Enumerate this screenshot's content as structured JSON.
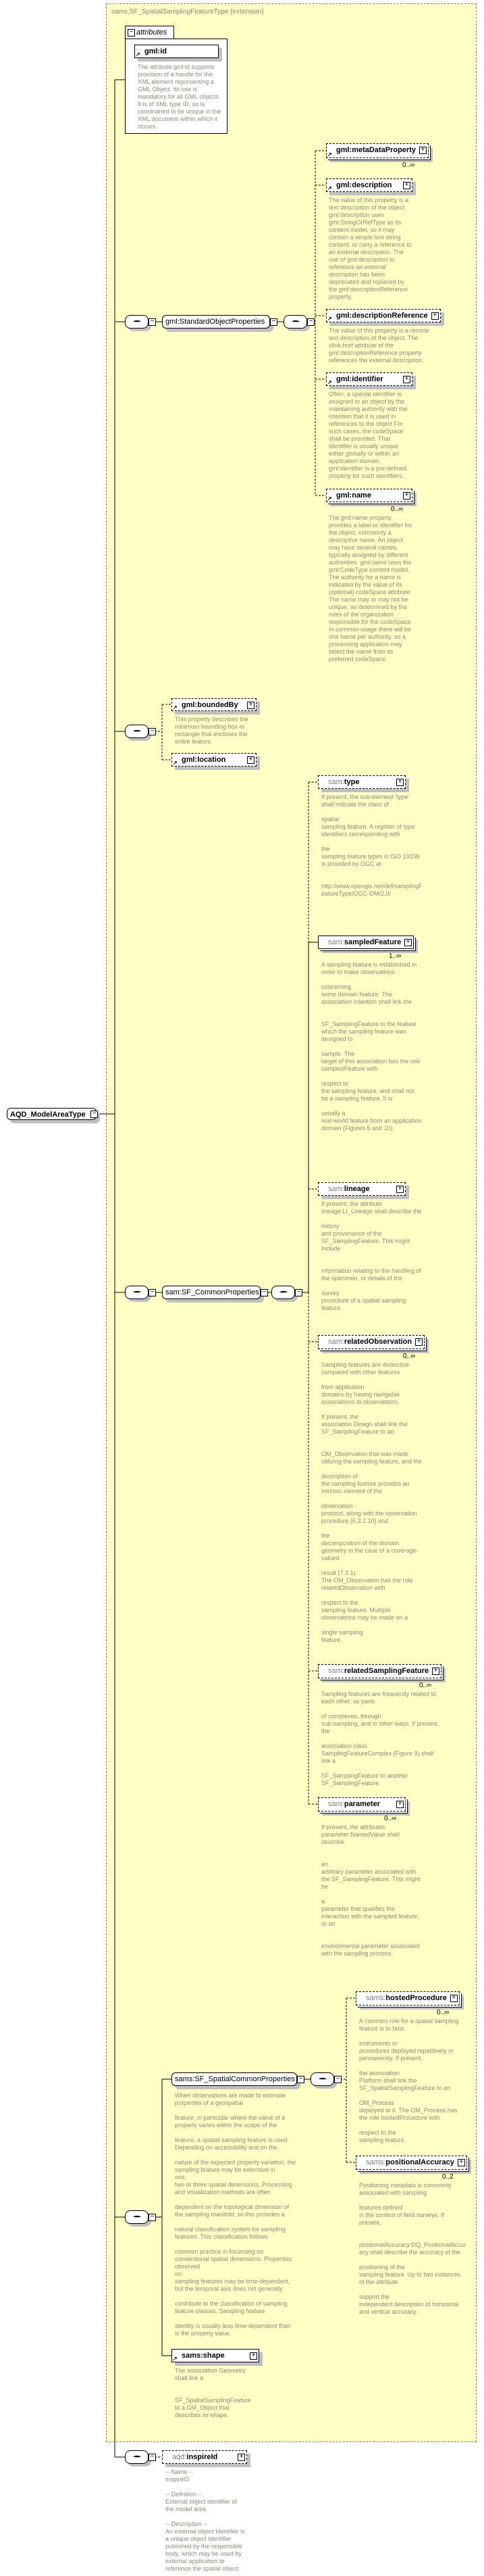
{
  "diagram": {
    "title": "sams:SF_SpatialSamplingFeatureType (extension)",
    "root": "AQD_ModelAreaType",
    "attributes_label": "attributes",
    "compositor_symbol": "-▪▪▪-",
    "expand_symbol": "+",
    "collapse_symbol": "−",
    "ref_symbol": "↗",
    "attributes": [
      {
        "name": "gml:id",
        "desc": "The attribute gml:id supports provision of a handle for the XML element representing a GML Object. Its use is mandatory for all GML objects. It is of XML type ID, so is constrained to be unique in the XML document within which it occurs."
      }
    ],
    "groups": [
      {
        "name": "gml:StandardObjectProperties"
      },
      {
        "name": "sam:SF_CommonProperties"
      },
      {
        "name": "sams:SF_SpatialCommonProperties",
        "desc": " When observations are made to estimate properties of a geospatial\n\nfeature, in particular where the value of a property varies within the scope of the\n\nfeature, a spatial sampling feature is used. Depending on accessibility and on the\n\nnature of the expected property variation, the sampling feature may be extensive in\none,\ntwo or three spatial dimensions. Processing and visualization methods are often\n\ndependent on the topological dimension of the sampling manifold, so this provides a\n\nnatural classification system for sampling features. This classification follows\n\ncommon practice in focussing on conventional spatial dimensions. Properties observed\non\nsampling features may be time-dependent, but the temporal axis does not generally\n\ncontribute to the classification of sampling feature classes. Sampling feature\n\nidentity is usually less time-dependent than is the property value."
      }
    ],
    "elements": [
      {
        "prefix": "",
        "name": "gml:metaDataProperty",
        "card": "0..∞",
        "desc": ""
      },
      {
        "prefix": "",
        "name": "gml:description",
        "card": "",
        "desc": "The value of this property is a text description of the object. gml:description uses gml:StringOrRefType as its content model, so it may contain a simple text string content, or carry a reference to an external description. The use of gml:description to reference an external description has been deprecated and replaced by the gml:descriptionReference property."
      },
      {
        "prefix": "",
        "name": "gml:descriptionReference",
        "card": "",
        "desc": "The value of this property is a remote text description of the object. The xlink:href attribute of the gml:descriptionReference property references the external description."
      },
      {
        "prefix": "",
        "name": "gml:identifier",
        "card": "",
        "desc": "Often, a special identifier is assigned to an object by the maintaining authority with the intention that it is used in references to the object For such cases, the codeSpace shall be provided. That identifier is usually unique either globally or within an application domain. gml:identifier is a pre-defined property for such identifiers."
      },
      {
        "prefix": "",
        "name": "gml:name",
        "card": "0..∞",
        "desc": "The gml:name property provides a label or identifier for the object, commonly a descriptive name. An object may have several names, typically assigned by different authorities. gml:name uses the gml:CodeType content model.  The authority for a name is indicated by the value of its (optional) codeSpace attribute.  The name may or may not be unique, as determined by the rules of the organization responsible for the codeSpace.  In common usage there will be one name per authority, so a processing application may select the name from its preferred codeSpace."
      },
      {
        "prefix": "",
        "name": "gml:boundedBy",
        "card": "",
        "desc": "This property describes the minimum bounding box or rectangle that encloses the entire feature."
      },
      {
        "prefix": "",
        "name": "gml:location",
        "card": "",
        "desc": ""
      },
      {
        "prefix": "sam:",
        "name": "type",
        "card": "",
        "desc": "If present, the sub-element 'type' shall indicate the class of\n\n                                spatial\nsampling feature. A register of type identifiers corresponding with\n\n                                the\nsampling feature types in ISO 19156 is provided by OGC at\n\n\nhttp://www.opengis.net/def/samplingFeatureType/OGC-OM/2.0/"
      },
      {
        "prefix": "sam:",
        "name": "sampledFeature",
        "card": "1..∞",
        "desc": " A sampling feature is established in order to make observations\n\n                                concerning\nsome domain feature. The association Intention shall link the\n\n\nSF_SamplingFeature to the feature which the sampling feature was designed to\n\n                                sample. The\ntarget of this association has the role sampledFeature with\n\n                                respect to\nthe sampling feature, and shall not be a sampling feature. It is\n\n                                usually a\nreal-world feature from an application domain (Figures 5 and 10)."
      },
      {
        "prefix": "sam:",
        "name": "lineage",
        "card": "",
        "desc": " If present, the attribute lineage:LI_Lineage shall describe the\n\n                                history\nand provenance of the SF_SamplingFeature. This might include\n\n\ninformation relating to the handling of the specimen, or details of the\n\n                                survey\nprocedure of a spatial sampling feature."
      },
      {
        "prefix": "sam:",
        "name": "relatedObservation",
        "card": "0..∞",
        "desc": " Sampling features are distinctive compared with other features\n\n                                from application\ndomains by having navigable associations to observations.\n\n                                If present, the\nassociation Design shall link the SF_SamplingFeature to an\n\n\nOM_Observation that was made utilizing the sampling feature, and the\n\n                                description of\nthe sampling feature provides an intrinsic element of the\n\n                                observation\nprotocol, along with the observation procedure (6.2.2.10) and\n\n                                the\ndecomposition of the domain geometry in the case of a coverage-valued\n\n                                result (7.3.1).\nThe OM_Observation has the role relatedObservation with\n\n                                respect to the\nsampling feature. Multiple observations may be made on a\n\n                                single sampling\nfeature."
      },
      {
        "prefix": "sam:",
        "name": "relatedSamplingFeature",
        "card": "0..∞",
        "desc": " Sampling features are frequently related to each other, as parts\n\n                of complexes, through\nsub-sampling, and in other ways. If present, the\n\n                association class\nSamplingFeatureComplex (Figure 9) shall link a\n\n                SF_SamplingFeature to another\nSF_SamplingFeature."
      },
      {
        "prefix": "sam:",
        "name": "parameter",
        "card": "0..∞",
        "desc": " If present, the attributes parameter:NamedValue shall describe\n\n\n                                an\narbitrary parameter associated with the SF_SamplingFeature. This might be\n\n                                a\nparameter that qualifies the interaction with the sampled feature, or an\n\n\nenvironmental parameter associated with the sampling process."
      },
      {
        "prefix": "sams:",
        "name": "hostedProcedure",
        "card": "0..∞",
        "desc": " A common role for a spatial sampling feature is to host\n\n                                instruments or\nprocedures deployed repetitively or permanently. If present,\n\n                                the association\nPlatform shall link the SF_SpatialSamplingFeature to an\n\n                                OM_Process\ndeployed at it. The OM_Process has the role hostedProcedure with\n\n                                respect to the\nsampling feature."
      },
      {
        "prefix": "sams:",
        "name": "positionalAccuracy",
        "card": "0..2",
        "desc": " Positioning metadata is commonly associated with sampling\n\n                                features defined\nin the context of field surveys. If present,\n\n\npositionalAccuracy:DQ_PositionalAccuracy shall describe the accuracy of the\n\n                                positioning of the\nsampling feature. Up to two instances of the attribute\n\n                                support the\nindependent description of horizontal and vertical accuracy."
      },
      {
        "prefix": "",
        "name": "sams:shape",
        "card": "",
        "desc": " The association Geometry shall link a\n\n\nSF_SpatialSamplingFeature to a GM_Object that describes its shape."
      },
      {
        "prefix": "aqd:",
        "name": "inspireId",
        "card": "",
        "desc": "-- Name --\ninspireID\n\n-- Definition --\nExternal object identifier of the model area.\n\n-- Description --\nAn external object identifier is a unique object identifier published by the responsible body, which may be used by external application to reference the spatial object."
      }
    ]
  }
}
